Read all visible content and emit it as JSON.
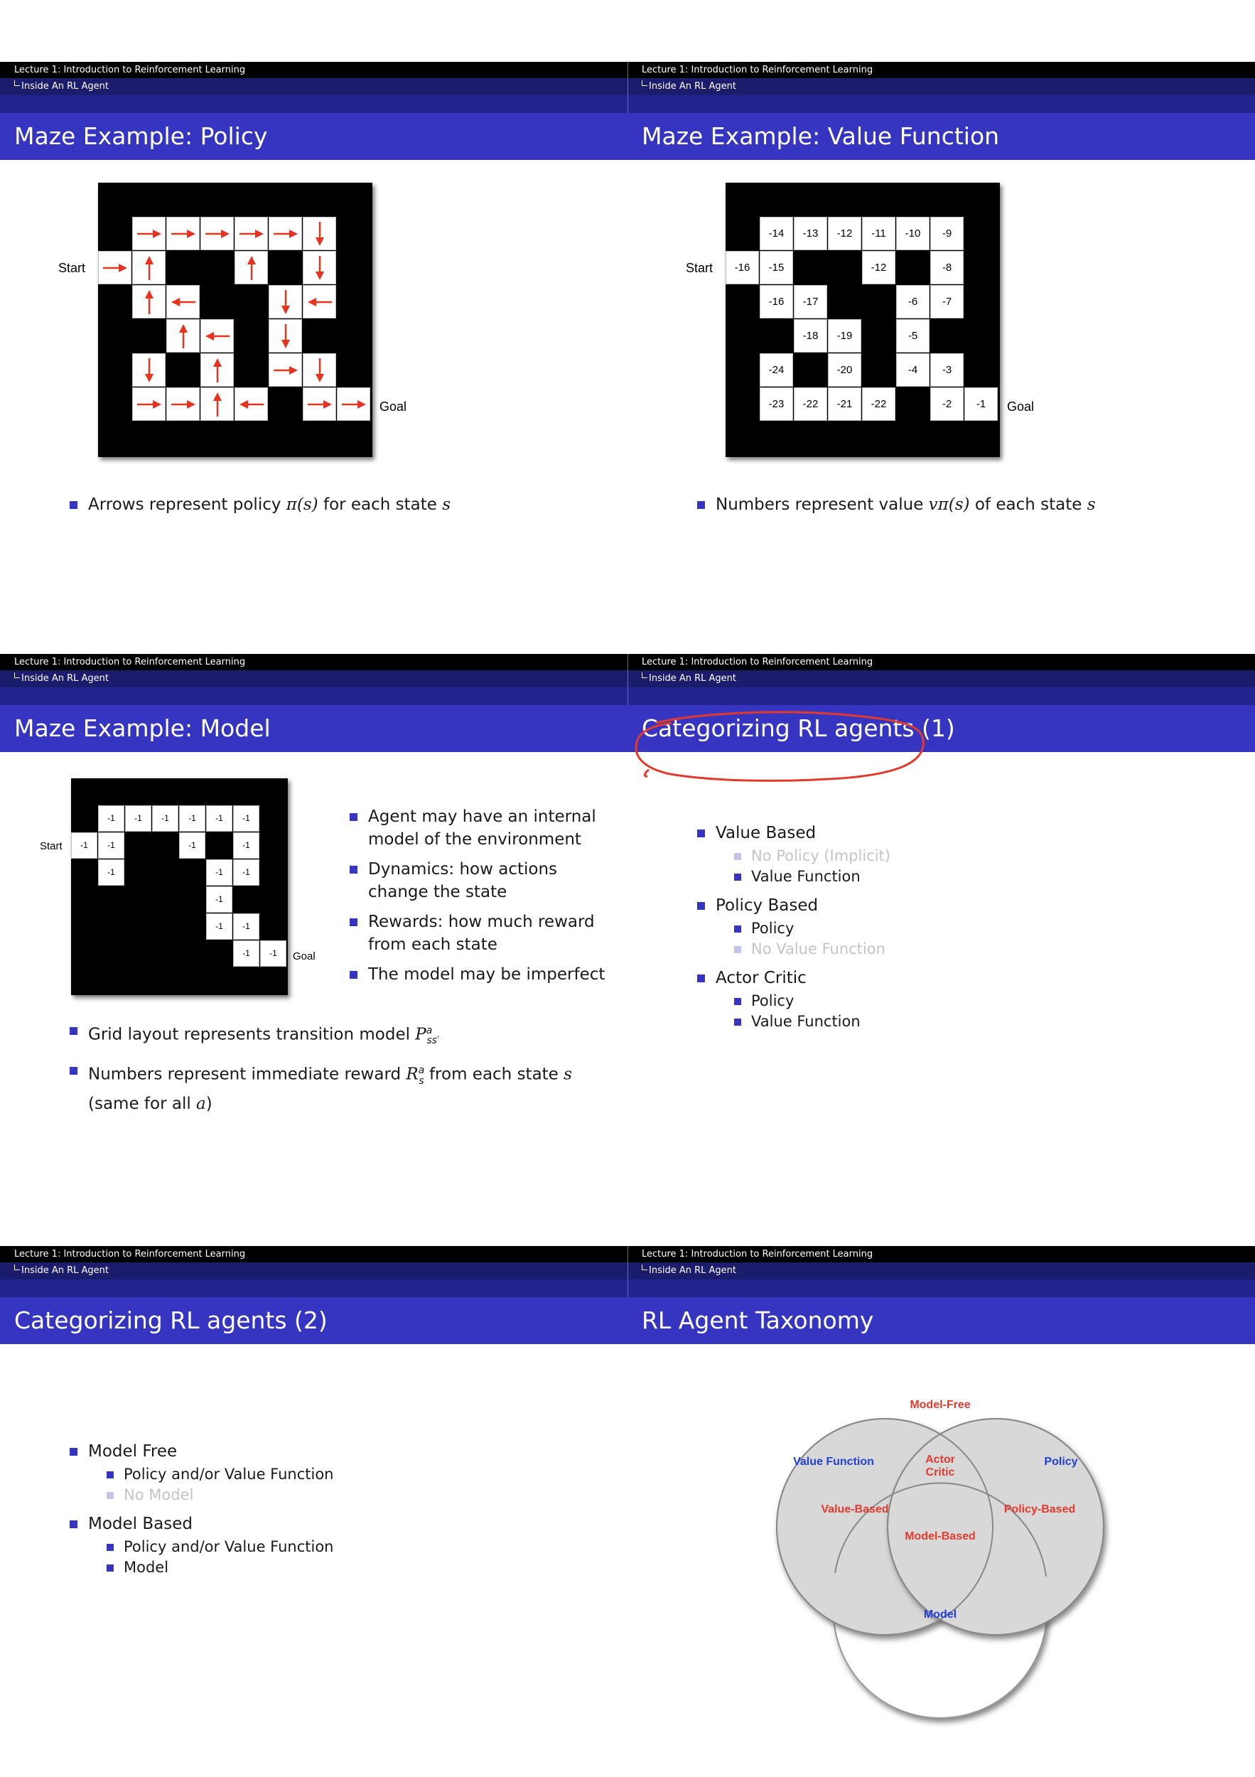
{
  "header": {
    "lecture": "Lecture 1: Introduction to Reinforcement Learning",
    "section": "Inside An RL Agent"
  },
  "slides": {
    "policy": {
      "title": "Maze Example: Policy",
      "start": "Start",
      "goal": "Goal",
      "bullet_prefix": "Arrows represent policy ",
      "bullet_math": "π(s)",
      "bullet_suffix": " for each state ",
      "bullet_var": "s",
      "arrows": [
        {
          "r": 0,
          "c": 1,
          "d": "R"
        },
        {
          "r": 0,
          "c": 2,
          "d": "R"
        },
        {
          "r": 0,
          "c": 3,
          "d": "R"
        },
        {
          "r": 0,
          "c": 4,
          "d": "R"
        },
        {
          "r": 0,
          "c": 5,
          "d": "R"
        },
        {
          "r": 0,
          "c": 6,
          "d": "D"
        },
        {
          "r": 1,
          "c": 0,
          "d": "R"
        },
        {
          "r": 1,
          "c": 1,
          "d": "U"
        },
        {
          "r": 1,
          "c": 4,
          "d": "U"
        },
        {
          "r": 1,
          "c": 6,
          "d": "D"
        },
        {
          "r": 2,
          "c": 1,
          "d": "U"
        },
        {
          "r": 2,
          "c": 2,
          "d": "L"
        },
        {
          "r": 2,
          "c": 5,
          "d": "D"
        },
        {
          "r": 2,
          "c": 6,
          "d": "L"
        },
        {
          "r": 3,
          "c": 2,
          "d": "U"
        },
        {
          "r": 3,
          "c": 3,
          "d": "L"
        },
        {
          "r": 3,
          "c": 5,
          "d": "D"
        },
        {
          "r": 4,
          "c": 1,
          "d": "D"
        },
        {
          "r": 4,
          "c": 3,
          "d": "U"
        },
        {
          "r": 4,
          "c": 5,
          "d": "R"
        },
        {
          "r": 4,
          "c": 6,
          "d": "D"
        },
        {
          "r": 5,
          "c": 1,
          "d": "R"
        },
        {
          "r": 5,
          "c": 2,
          "d": "R"
        },
        {
          "r": 5,
          "c": 3,
          "d": "U"
        },
        {
          "r": 5,
          "c": 4,
          "d": "L"
        },
        {
          "r": 5,
          "c": 6,
          "d": "R"
        },
        {
          "r": 5,
          "c": 7,
          "d": "R"
        }
      ]
    },
    "value": {
      "title": "Maze Example: Value Function",
      "start": "Start",
      "goal": "Goal",
      "bullet_prefix": "Numbers represent value ",
      "bullet_math": "vπ(s)",
      "bullet_suffix": " of each state ",
      "bullet_var": "s",
      "cells": [
        {
          "r": 0,
          "c": 1,
          "v": "-14"
        },
        {
          "r": 0,
          "c": 2,
          "v": "-13"
        },
        {
          "r": 0,
          "c": 3,
          "v": "-12"
        },
        {
          "r": 0,
          "c": 4,
          "v": "-11"
        },
        {
          "r": 0,
          "c": 5,
          "v": "-10"
        },
        {
          "r": 0,
          "c": 6,
          "v": "-9"
        },
        {
          "r": 1,
          "c": 0,
          "v": "-16"
        },
        {
          "r": 1,
          "c": 1,
          "v": "-15"
        },
        {
          "r": 1,
          "c": 4,
          "v": "-12"
        },
        {
          "r": 1,
          "c": 6,
          "v": "-8"
        },
        {
          "r": 2,
          "c": 1,
          "v": "-16"
        },
        {
          "r": 2,
          "c": 2,
          "v": "-17"
        },
        {
          "r": 2,
          "c": 5,
          "v": "-6"
        },
        {
          "r": 2,
          "c": 6,
          "v": "-7"
        },
        {
          "r": 3,
          "c": 2,
          "v": "-18"
        },
        {
          "r": 3,
          "c": 3,
          "v": "-19"
        },
        {
          "r": 3,
          "c": 5,
          "v": "-5"
        },
        {
          "r": 4,
          "c": 1,
          "v": "-24"
        },
        {
          "r": 4,
          "c": 3,
          "v": "-20"
        },
        {
          "r": 4,
          "c": 5,
          "v": "-4"
        },
        {
          "r": 4,
          "c": 6,
          "v": "-3"
        },
        {
          "r": 5,
          "c": 1,
          "v": "-23"
        },
        {
          "r": 5,
          "c": 2,
          "v": "-22"
        },
        {
          "r": 5,
          "c": 3,
          "v": "-21"
        },
        {
          "r": 5,
          "c": 4,
          "v": "-22"
        },
        {
          "r": 5,
          "c": 6,
          "v": "-2"
        },
        {
          "r": 5,
          "c": 7,
          "v": "-1"
        }
      ]
    },
    "model": {
      "title": "Maze Example: Model",
      "start": "Start",
      "goal": "Goal",
      "cells": [
        {
          "r": 0,
          "c": 1,
          "v": "-1"
        },
        {
          "r": 0,
          "c": 2,
          "v": "-1"
        },
        {
          "r": 0,
          "c": 3,
          "v": "-1"
        },
        {
          "r": 0,
          "c": 4,
          "v": "-1"
        },
        {
          "r": 0,
          "c": 5,
          "v": "-1"
        },
        {
          "r": 0,
          "c": 6,
          "v": "-1"
        },
        {
          "r": 1,
          "c": 0,
          "v": "-1"
        },
        {
          "r": 1,
          "c": 1,
          "v": "-1"
        },
        {
          "r": 1,
          "c": 4,
          "v": "-1"
        },
        {
          "r": 1,
          "c": 6,
          "v": "-1"
        },
        {
          "r": 2,
          "c": 1,
          "v": "-1"
        },
        {
          "r": 2,
          "c": 5,
          "v": "-1"
        },
        {
          "r": 2,
          "c": 6,
          "v": "-1"
        },
        {
          "r": 3,
          "c": 5,
          "v": "-1"
        },
        {
          "r": 4,
          "c": 5,
          "v": "-1"
        },
        {
          "r": 4,
          "c": 6,
          "v": "-1"
        },
        {
          "r": 5,
          "c": 6,
          "v": "-1"
        },
        {
          "r": 5,
          "c": 7,
          "v": "-1"
        }
      ],
      "right_bullets": [
        "Agent may have an internal model of the environment",
        "Dynamics: how actions change the state",
        "Rewards: how much reward from each state",
        "The model may be imperfect"
      ],
      "bottom_b1_prefix": "Grid layout represents transition model ",
      "bottom_b1_math": "P",
      "bottom_b1_sup": "a",
      "bottom_b1_sub": "ss′",
      "bottom_b2_prefix": "Numbers represent immediate reward ",
      "bottom_b2_math": "R",
      "bottom_b2_sup": "a",
      "bottom_b2_sub": "s",
      "bottom_b2_suffix": " from each state ",
      "bottom_b2_var": "s",
      "bottom_b2_line2_prefix": "(same for all ",
      "bottom_b2_line2_var": "a",
      "bottom_b2_line2_suffix": ")"
    },
    "cat1": {
      "title": "Categorizing RL agents (1)",
      "groups": [
        {
          "label": "Value Based",
          "items": [
            {
              "text": "No Policy (Implicit)",
              "dim": true
            },
            {
              "text": "Value Function",
              "dim": false
            }
          ]
        },
        {
          "label": "Policy Based",
          "items": [
            {
              "text": "Policy",
              "dim": false
            },
            {
              "text": "No Value Function",
              "dim": true
            }
          ]
        },
        {
          "label": "Actor Critic",
          "items": [
            {
              "text": "Policy",
              "dim": false
            },
            {
              "text": "Value Function",
              "dim": false
            }
          ]
        }
      ]
    },
    "cat2": {
      "title": "Categorizing RL agents (2)",
      "groups": [
        {
          "label": "Model Free",
          "items": [
            {
              "text": "Policy and/or Value Function",
              "dim": false
            },
            {
              "text": "No Model",
              "dim": true
            }
          ]
        },
        {
          "label": "Model Based",
          "items": [
            {
              "text": "Policy and/or Value Function",
              "dim": false
            },
            {
              "text": "Model",
              "dim": false
            }
          ]
        }
      ]
    },
    "taxonomy": {
      "title": "RL Agent Taxonomy",
      "model_free": "Model-Free",
      "value_function": "Value Function",
      "actor_critic_1": "Actor",
      "actor_critic_2": "Critic",
      "policy": "Policy",
      "value_based": "Value-Based",
      "policy_based": "Policy-Based",
      "model_based": "Model-Based",
      "model": "Model",
      "colors": {
        "blue": "#1f3fd6",
        "red": "#e63a2e",
        "circle_fill": "#d8d8d8"
      }
    }
  }
}
